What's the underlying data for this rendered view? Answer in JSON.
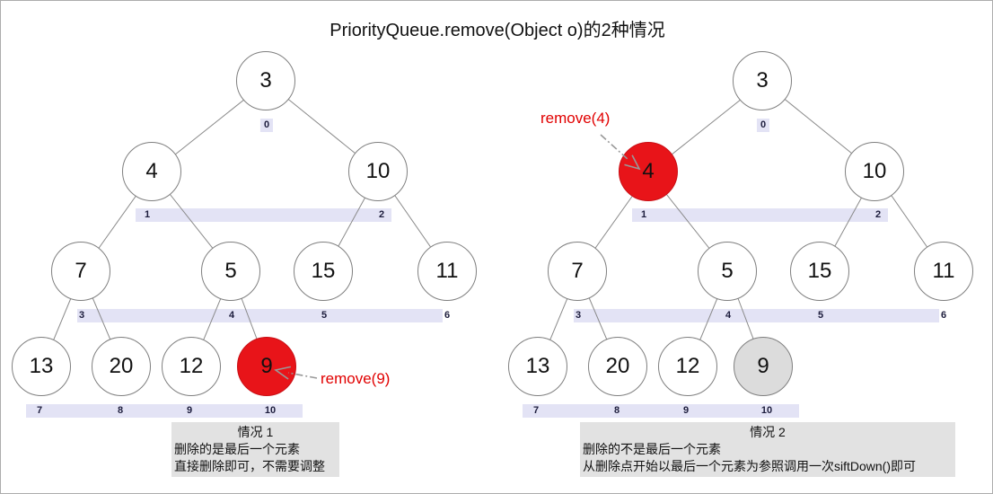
{
  "title": "PriorityQueue.remove(Object o)的2种情况",
  "colors": {
    "highlight_red": "#e81419",
    "removed_gray": "#dcdcdc",
    "index_strip_lavender": "#e3e3f5",
    "caption_bg": "#e2e2e2",
    "annotation_red": "#e10000"
  },
  "trees": [
    {
      "remove_label": "remove(9)",
      "nodes": {
        "n0": "3",
        "n1": "4",
        "n2": "10",
        "n3": "7",
        "n4": "5",
        "n5": "15",
        "n6": "11",
        "n7": "13",
        "n8": "20",
        "n9": "12",
        "n10": "9"
      },
      "indices": {
        "i0": "0",
        "i1": "1",
        "i2": "2",
        "i3": "3",
        "i4": "4",
        "i5": "5",
        "i6": "6",
        "i7": "7",
        "i8": "8",
        "i9": "9",
        "i10": "10"
      },
      "caption": {
        "heading": "情况 1",
        "line1": "删除的是最后一个元素",
        "line2": "直接删除即可，不需要调整"
      }
    },
    {
      "remove_label": "remove(4)",
      "nodes": {
        "n0": "3",
        "n1": "4",
        "n2": "10",
        "n3": "7",
        "n4": "5",
        "n5": "15",
        "n6": "11",
        "n7": "13",
        "n8": "20",
        "n9": "12",
        "n10": "9"
      },
      "indices": {
        "i0": "0",
        "i1": "1",
        "i2": "2",
        "i3": "3",
        "i4": "4",
        "i5": "5",
        "i6": "6",
        "i7": "7",
        "i8": "8",
        "i9": "9",
        "i10": "10"
      },
      "caption": {
        "heading": "情况 2",
        "line1": "删除的不是最后一个元素",
        "line2": "从删除点开始以最后一个元素为参照调用一次siftDown()即可"
      }
    }
  ]
}
